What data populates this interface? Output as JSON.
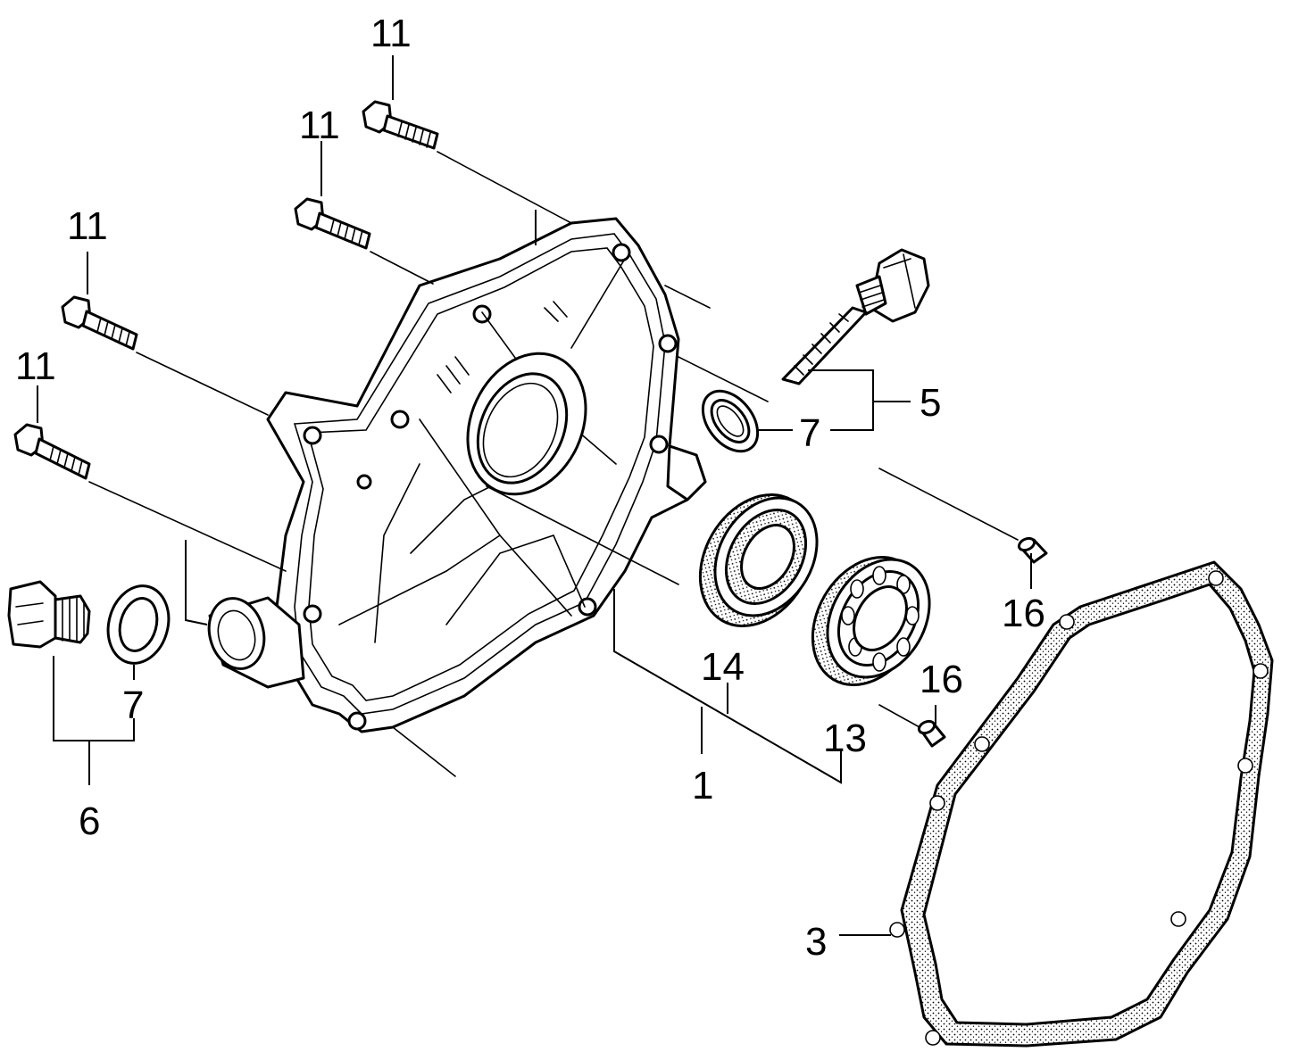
{
  "callouts": {
    "c1": "1",
    "c3": "3",
    "c5": "5",
    "c6": "6",
    "c7a": "7",
    "c7b": "7",
    "c11a": "11",
    "c11b": "11",
    "c11c": "11",
    "c11d": "11",
    "c13": "13",
    "c14": "14",
    "c16a": "16",
    "c16b": "16"
  }
}
